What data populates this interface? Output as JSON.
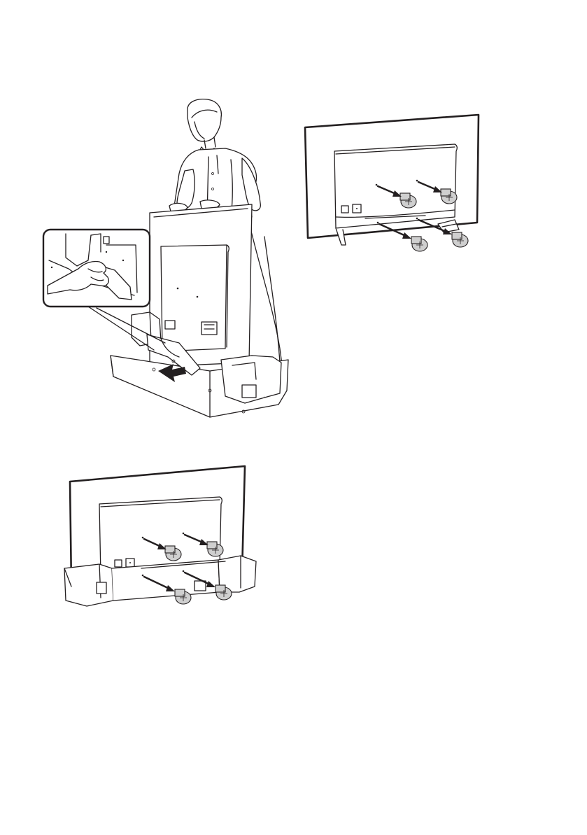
{
  "figures": [
    {
      "name": "unpack-tv-from-box",
      "icons": [
        "person-icon",
        "tv-icon",
        "packing-box-icon",
        "hand-icon",
        "magnifier-callout-icon",
        "pull-arrow-icon"
      ]
    },
    {
      "name": "attach-stand-screws",
      "icons": [
        "tv-back-icon",
        "stand-icon",
        "screw-icon",
        "arrow-icon"
      ]
    },
    {
      "name": "attach-screws-in-box",
      "icons": [
        "tv-back-icon",
        "packing-box-icon",
        "screw-icon",
        "arrow-icon"
      ]
    }
  ],
  "colors": {
    "line": "#231f20",
    "background": "#ffffff",
    "fill": "#cfcfcf"
  }
}
